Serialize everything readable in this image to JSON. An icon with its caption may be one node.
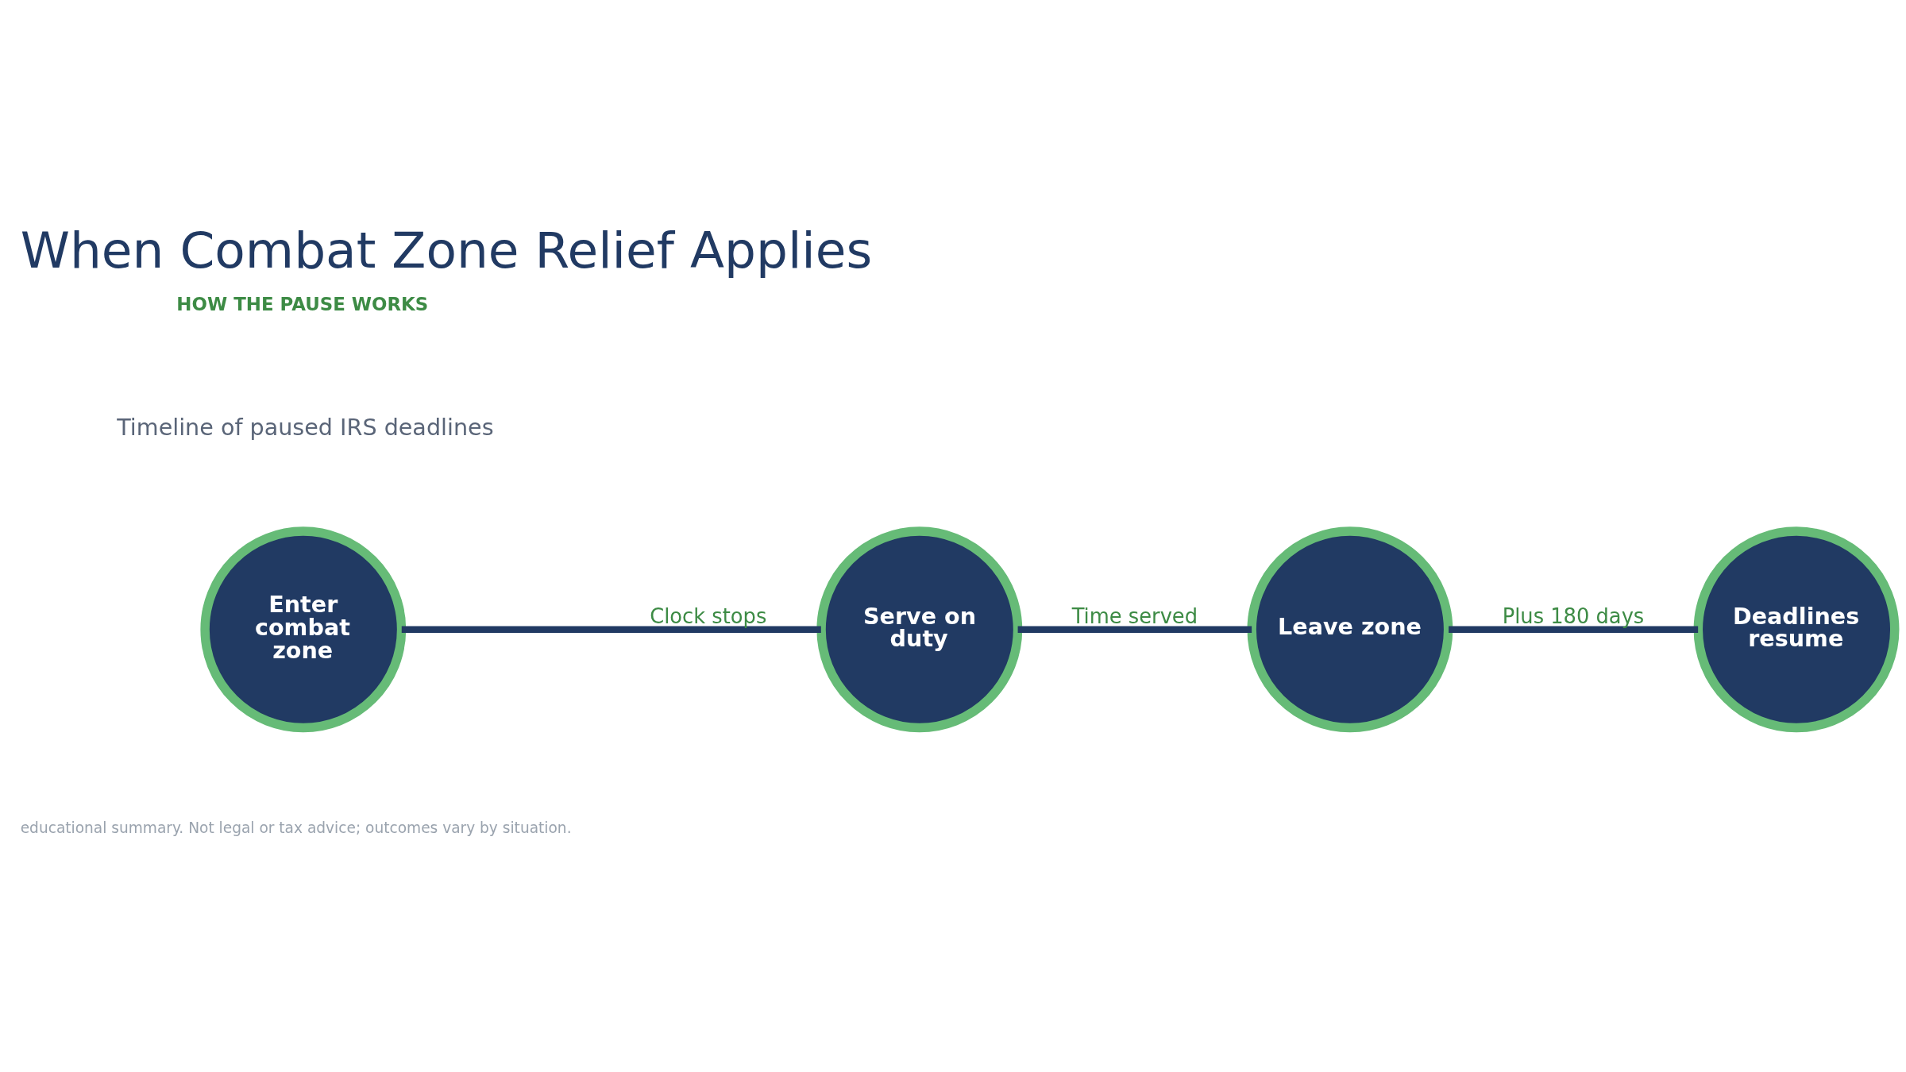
{
  "diagram": {
    "title": "When Combat Zone Relief Applies",
    "nodes": [
      {
        "text": [
          "Enter combat zone"
        ]
      },
      {
        "text": [
          "Serve on duty"
        ]
      },
      {
        "text": [
          "Leave zone"
        ]
      },
      {
        "text": [
          "Deadlines resume"
        ]
      }
    ],
    "edges": [
      {
        "from": 0,
        "to": 1,
        "arrow": "none",
        "label": "Clock stops"
      },
      {
        "from": 1,
        "to": 2,
        "arrow": "none",
        "label": "Time served"
      },
      {
        "from": 2,
        "to": 3,
        "arrow": "none",
        "label": "Plus 180 days"
      }
    ],
    "labels": [
      "HOW THE PAUSE WORKS",
      "Timeline of paused IRS deadlines",
      "educational summary. Not legal or tax advice; outcomes vary by situation."
    ]
  }
}
